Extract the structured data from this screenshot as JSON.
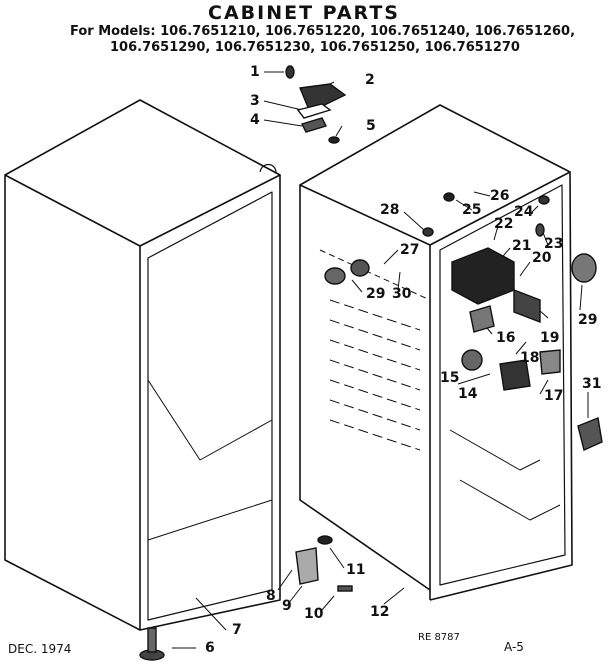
{
  "title": "CABINET PARTS",
  "models_line1": "For Models: 106.7651210, 106.7651220, 106.7651240, 106.7651260,",
  "models_line2": "106.7651290, 106.7651230, 106.7651250, 106.7651270",
  "footer": {
    "date": "DEC. 1974",
    "ref": "RE 8787",
    "page": "A-5"
  },
  "callouts": [
    "1",
    "2",
    "3",
    "4",
    "5",
    "6",
    "7",
    "8",
    "9",
    "10",
    "11",
    "12",
    "14",
    "15",
    "16",
    "17",
    "18",
    "19",
    "20",
    "21",
    "22",
    "23",
    "24",
    "25",
    "26",
    "27",
    "28",
    "29",
    "29",
    "30",
    "31"
  ]
}
